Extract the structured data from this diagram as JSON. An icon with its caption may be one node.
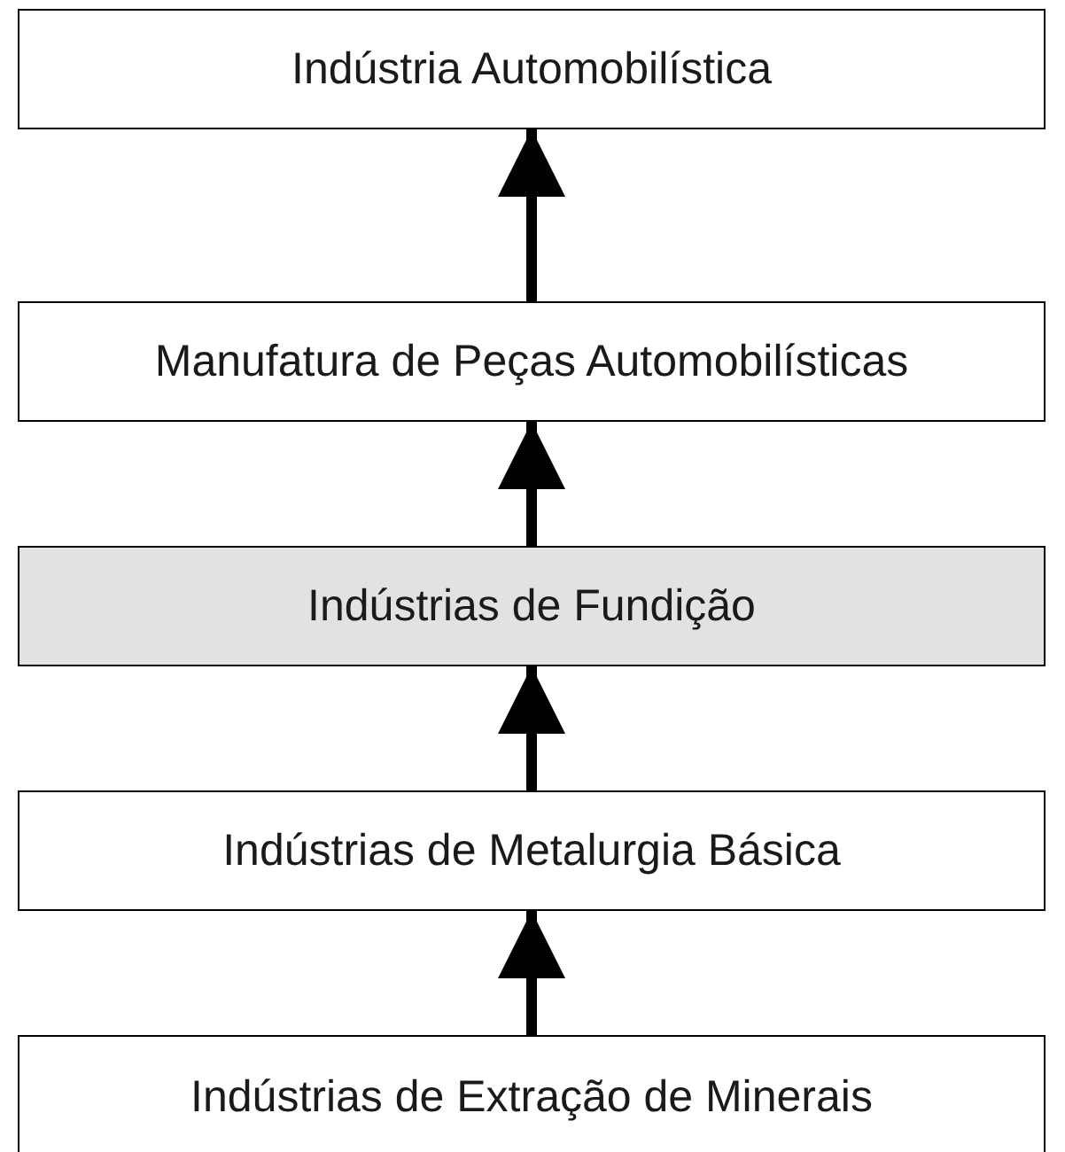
{
  "diagram": {
    "nodes": [
      {
        "text": [
          "Indústria Automobilística"
        ]
      },
      {
        "text": [
          "Manufatura de Peças Automobilísticas"
        ]
      },
      {
        "text": [
          "Indústrias de Fundição"
        ]
      },
      {
        "text": [
          "Indústrias de Metalurgia Básica"
        ]
      },
      {
        "text": [
          "Indústrias de Extração de Minerais"
        ]
      }
    ],
    "edges": [
      {
        "from": 1,
        "to": 0,
        "arrow": "to"
      },
      {
        "from": 2,
        "to": 1,
        "arrow": "to"
      },
      {
        "from": 3,
        "to": 2,
        "arrow": "to"
      },
      {
        "from": 4,
        "to": 3,
        "arrow": "to"
      }
    ]
  }
}
